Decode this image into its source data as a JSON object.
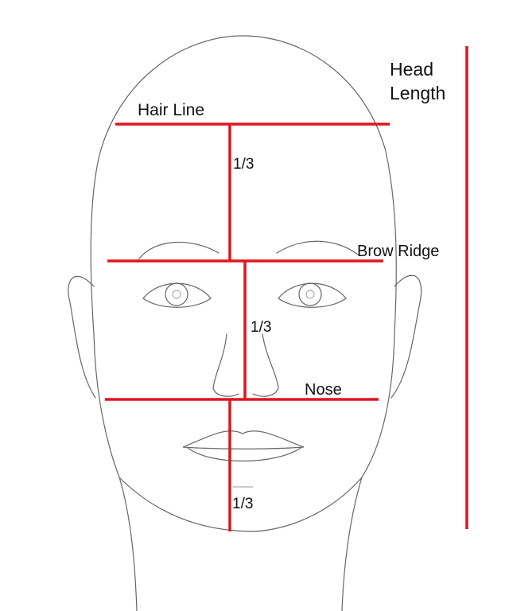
{
  "labels": {
    "head_length_line1": "Head",
    "head_length_line2": "Length",
    "hair_line": "Hair Line",
    "brow_ridge": "Brow Ridge",
    "nose": "Nose",
    "third_upper": "1/3",
    "third_middle": "1/3",
    "third_lower": "1/3"
  },
  "colors": {
    "guide_line": "#e0141e",
    "sketch": "#666666"
  }
}
